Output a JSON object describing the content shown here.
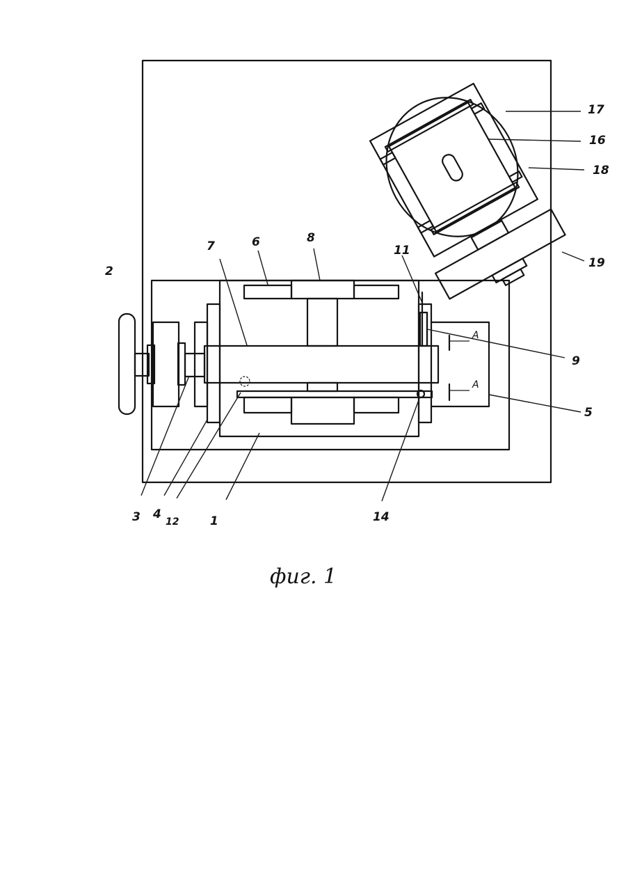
{
  "figure": {
    "caption": "фиг. 1",
    "section_marks": [
      "A",
      "A"
    ],
    "labels": [
      {
        "id": "l17",
        "text": "17"
      },
      {
        "id": "l16",
        "text": "16"
      },
      {
        "id": "l18",
        "text": "18"
      },
      {
        "id": "l19",
        "text": "19"
      },
      {
        "id": "l2",
        "text": "2"
      },
      {
        "id": "l7",
        "text": "7"
      },
      {
        "id": "l6",
        "text": "6"
      },
      {
        "id": "l8",
        "text": "8"
      },
      {
        "id": "l11",
        "text": "11"
      },
      {
        "id": "l9",
        "text": "9"
      },
      {
        "id": "l5",
        "text": "5"
      },
      {
        "id": "l3",
        "text": "3"
      },
      {
        "id": "l4",
        "text": "4"
      },
      {
        "id": "l12",
        "text": "12"
      },
      {
        "id": "l1",
        "text": "1"
      },
      {
        "id": "l14",
        "text": "14"
      }
    ]
  }
}
